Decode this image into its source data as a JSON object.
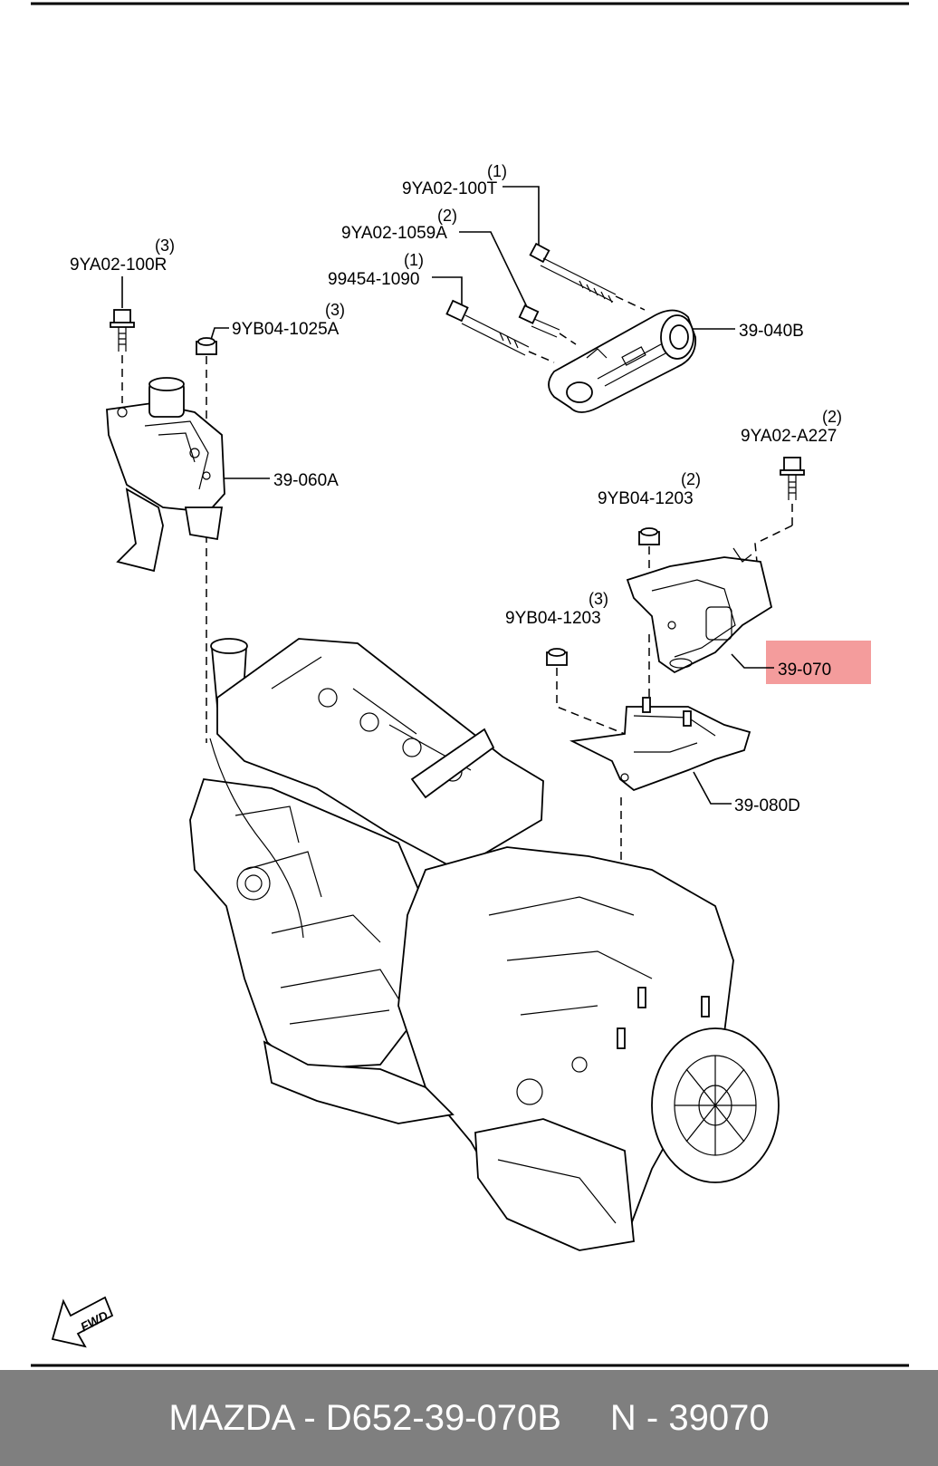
{
  "callouts": {
    "c1": {
      "part": "9YA02-100T",
      "qty": "(1)"
    },
    "c2": {
      "part": "9YA02-1059A",
      "qty": "(2)"
    },
    "c3": {
      "part": "99454-1090",
      "qty": "(1)"
    },
    "c4": {
      "part": "9YA02-100R",
      "qty": "(3)"
    },
    "c5": {
      "part": "9YB04-1025A",
      "qty": "(3)"
    },
    "c6": {
      "part": "39-040B"
    },
    "c7": {
      "part": "39-060A"
    },
    "c8": {
      "part": "9YA02-A227",
      "qty": "(2)"
    },
    "c9": {
      "part": "9YB04-1203",
      "qty": "(2)"
    },
    "c10": {
      "part": "9YB04-1203",
      "qty": "(3)"
    },
    "c11": {
      "part": "39-070",
      "highlight_color": "#f49c9c"
    },
    "c12": {
      "part": "39-080D"
    }
  },
  "fwd_label": "FWD",
  "footer": {
    "left": "MAZDA - D652-39-070B",
    "right": "N - 39070",
    "background": "#7f7f7f"
  }
}
